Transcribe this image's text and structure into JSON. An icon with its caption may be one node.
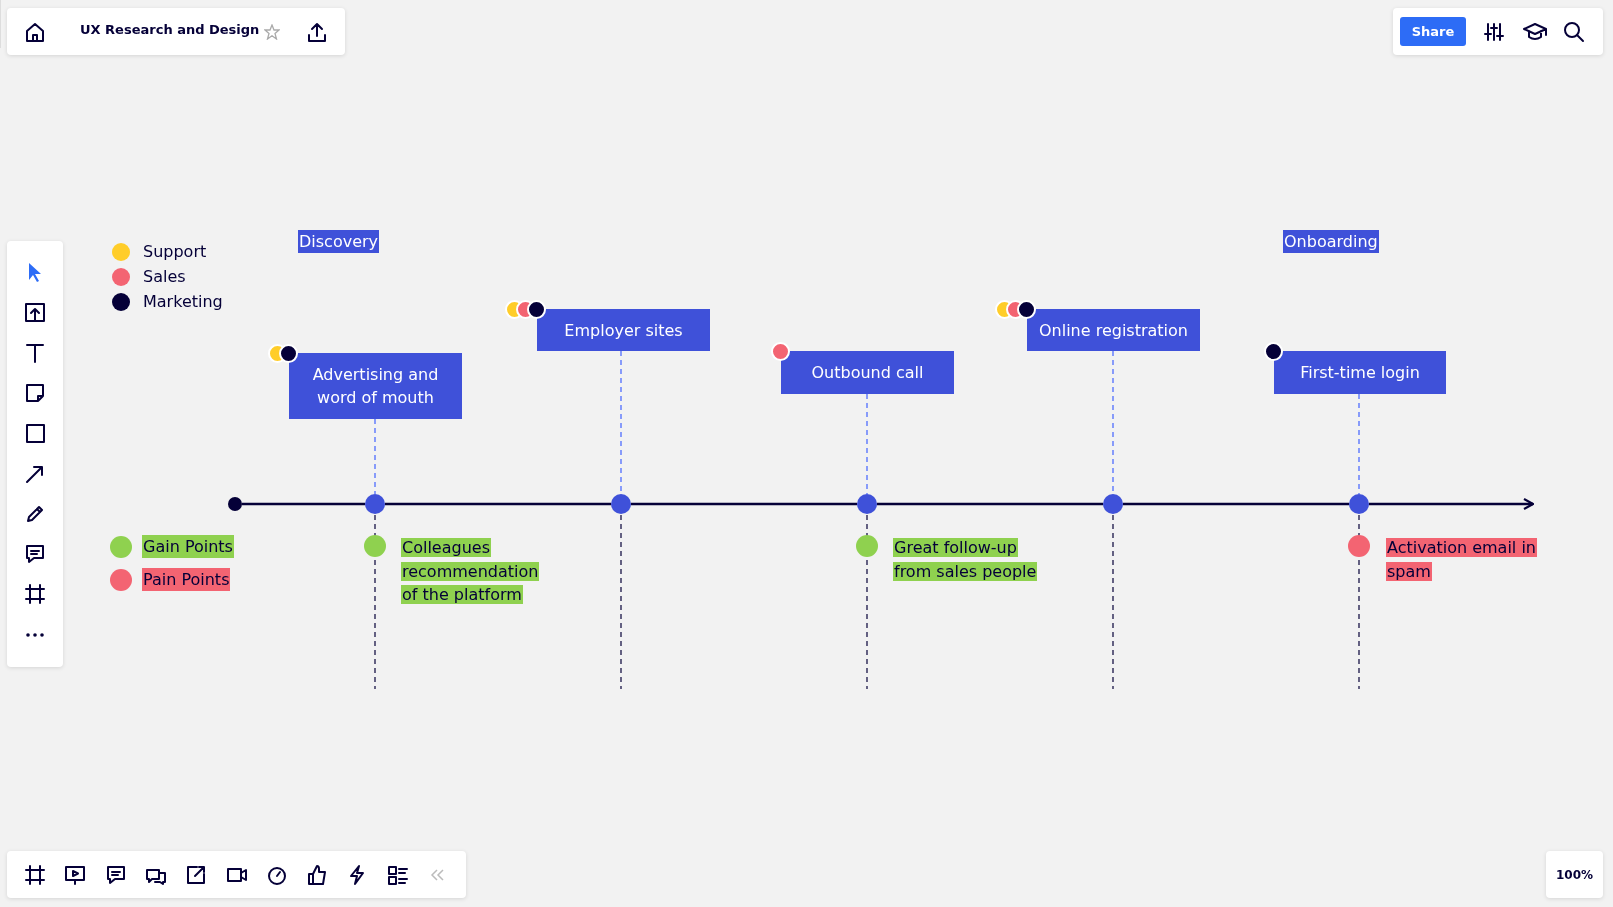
{
  "diagram": {
    "title": "UX Research and Design",
    "nodes": [
      {
        "text": [
          "Advertising and word of mouth"
        ]
      },
      {
        "text": [
          "Employer sites"
        ]
      },
      {
        "text": [
          "Outbound call"
        ]
      },
      {
        "text": [
          "Online registration"
        ]
      },
      {
        "text": [
          "First-time login"
        ]
      },
      {
        "text": [],
        "shape": "circle"
      },
      {
        "text": [],
        "shape": "circle",
        "beside": [
          "Colleagues recommendation of the platform"
        ]
      },
      {
        "text": [],
        "shape": "circle"
      },
      {
        "text": [],
        "shape": "circle",
        "beside": [
          "Great follow-up from sales people"
        ]
      },
      {
        "text": [],
        "shape": "circle"
      },
      {
        "text": [],
        "shape": "circle",
        "beside": [
          "Activation email in spam"
        ]
      }
    ],
    "edges": [
      {
        "from": 0,
        "to": 6,
        "arrow": "none",
        "style": "dashed",
        "color": "#4262ff"
      },
      {
        "from": 1,
        "to": 7,
        "arrow": "none",
        "style": "dashed",
        "color": "#4262ff"
      },
      {
        "from": 2,
        "to": 8,
        "arrow": "none",
        "style": "dashed",
        "color": "#4262ff"
      },
      {
        "from": 3,
        "to": 9,
        "arrow": "none",
        "style": "dashed",
        "color": "#4262ff"
      },
      {
        "from": 4,
        "to": 10,
        "arrow": "none",
        "style": "dashed",
        "color": "#4262ff"
      },
      {
        "from": 5,
        "to": 6,
        "arrow": "none"
      },
      {
        "from": 6,
        "to": 7,
        "arrow": "none"
      },
      {
        "from": 7,
        "to": 8,
        "arrow": "none"
      },
      {
        "from": 8,
        "to": 9,
        "arrow": "none"
      },
      {
        "from": 9,
        "to": 10,
        "arrow": "none"
      },
      {
        "from": 10,
        "to": null,
        "arrow": "to"
      }
    ],
    "labels": [
      "Share",
      "Discovery",
      "Onboarding",
      "100%"
    ],
    "legend": [
      {
        "text": "Support",
        "color": "#ffcd29"
      },
      {
        "text": "Sales",
        "color": "#f36472"
      },
      {
        "text": "Marketing",
        "color": "#050038"
      },
      {
        "text": "Gain Points",
        "color": "#8fd14f"
      },
      {
        "text": "Pain Points",
        "color": "#f36472"
      }
    ]
  }
}
